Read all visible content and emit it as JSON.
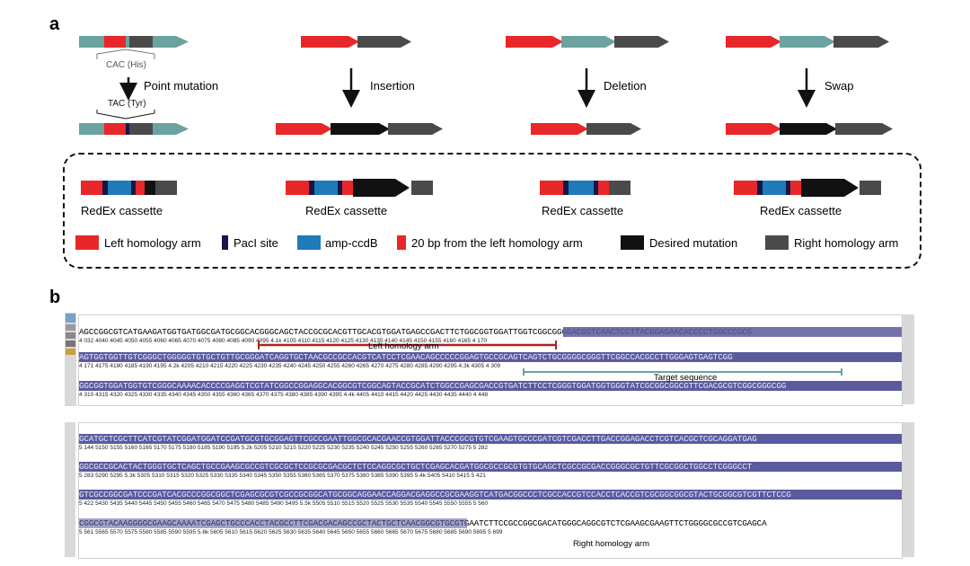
{
  "panel_a": {
    "letter": "a",
    "operations": [
      {
        "label": "Point mutation",
        "codon_top": "CAC (His)",
        "codon_bottom": "TAC (Tyr)"
      },
      {
        "label": "Insertion"
      },
      {
        "label": "Deletion"
      },
      {
        "label": "Swap"
      }
    ],
    "cassette_label": "RedEx cassette",
    "legend": [
      {
        "label": "Left homology arm",
        "color": "#e8272a"
      },
      {
        "label": "PacI site",
        "color": "#16164a"
      },
      {
        "label": "amp-ccdB",
        "color": "#1f7ab8"
      },
      {
        "label": "20 bp from the left homology arm",
        "color": "#e8272a"
      },
      {
        "label": "Desired mutation",
        "color": "#111111"
      },
      {
        "label": "Right homology arm",
        "color": "#4a4a4a"
      }
    ],
    "colors": {
      "target": "#6aa3a0",
      "left": "#e8272a",
      "right": "#4a4a4a",
      "mutation": "#111111",
      "paci": "#16164a",
      "amp": "#1f7ab8"
    }
  },
  "panel_b": {
    "letter": "b",
    "block1": {
      "rows": [
        {
          "seq": "AGCCGGCGTCATGAAGATGGTGATGGCGATGCGGCACGGGCAGCTACCGCGCACGTTGCACGTGGATGAGCCGACTTCTGGCGGTGGATTGGTCGGCGGGGACGGTCAACTCCTTACGGAGAACACCCCTGGCCCGCG",
          "ticks": "4 032    4040    4045    4050    4055    4060    4065    4070    4075    4080    4085    4090    4095    4.1k    4105    4110    4115    4120    4125    4130    4135    4140    4145    4150    4155    4160    4165  4 170"
        },
        {
          "seq": "AGTGGTGGTTGTCGGGCTGGGGGTGTGCTGTTGCGGGATCAGGTGCTAACGCCGCCACGTCATCCTCGAACAGCCCCCGGAGTGCCGCAGTCAGTCTGCGGGGCGGGTTCGGCCACGCCTTGGGAGTGAGTCGG",
          "ticks": "4 171 4175    4180    4185    4190    4195    4.2k    4205    4210    4215    4220    4225    4230    4235    4240    4245    4250    4255    4260    4265    4270    4275    4280    4285    4290    4295    4.3k    4305 4 309"
        },
        {
          "seq": "GGCGGTGGATGGTGTCGGGCAAAACACCCCGAGGTCGTATCGGCCGGAGGCACGGCGTCGGCAGTACCGCATCTGGCCGAGCGACCGTGATCTTCCTCGGGTGGATGGTGGGTATCGCGGCGGCGTTCGACGCGTCGGCGGGCGG",
          "ticks": "4 310  4315    4320    4325    4330    4335    4340    4345    4350    4355    4360    4365    4370    4375    4380    4385    4390    4395    4.4k    4405    4410    4415    4420    4425    4430    4435    4440   4 448"
        }
      ],
      "left_arm": "Left homology arm",
      "target": "Target sequence"
    },
    "block2": {
      "rows": [
        {
          "seq": "GCATGCTCGCTTCATCGTATCGGATGGATCCGATGCGTGCGGAGTTCGCCGAATTGGCGCACGAACCGTGGATTACCCGCGTGTCGAAGTGCCCGATCGTCGACCTTGACCGGAGACCTCGTCACGCTCGCAGGATGAG",
          "ticks": "5 144  5150    5155    5160    5165    5170    5175    5180    5185    5190    5195    5.2k    5205    5210    5215    5220    5225    5230    5235    5240    5245    5250    5255    5260    5265    5270    5275   5 282"
        },
        {
          "seq": "GGCGCCGCACTACTGGGTGCTCAGCTGCCGAAGCGCCGTCGCGCTCCGCGCGACGCTCTCCAGGCGCTGCTCGAGCACGATGGCGCCGCGTGTGCAGCTCGCCGCGACCGGGCGCTGTTCGCGGCTGGCCTCGGGCCT",
          "ticks": "5 283  5290    5295    5.3k    5305    5310    5315    5320    5325    5330    5335    5340    5345    5350    5355    5360    5365    5370    5375    5380    5385    5390    5395    5.4k    5405    5410    5415   5 421"
        },
        {
          "seq": "GTCGCCGGCGATCCCGATCACGCCCGGCGGCTCGAGCGCGTCGCCGCGGCATGCGGCAGGAACCAGGACGAGGCCGCGAAGGTCATGACGGCCCTCGCCACCGTCCACCTCACCGTCGCGGCGGCGTACTGCGGCGTCGTTCTCCG",
          "ticks": "5 422  5430    5435    5440    5445    5450    5455    5460    5465    5470    5475    5480    5485    5490    5495    5.5k    5505    5510    5515    5520    5525    5530    5535    5540    5545    5550    5555   5 560"
        },
        {
          "seq": "CGGCGTACAAGGGGCGAAGCAAAATCGAGCTGCCCACCTACGCCTTCGACGACAGCCGCTACTGCTCAACGGCGTGCGTGAATCTTCCGCCGGCGACATGGGCAGGCGTCTCGAAGCGAAGTTCTGGGGCGCCGTCGAGCA",
          "ticks": "5 561 5565    5570    5575    5580    5585    5590    5595    5.6k    5605    5610    5615    5620    5625    5630    5635    5640    5645    5650    5655    5660    5665    5670    5675    5680    5685    5690    5695 5 699"
        }
      ],
      "right_arm": "Right homology arm"
    }
  }
}
